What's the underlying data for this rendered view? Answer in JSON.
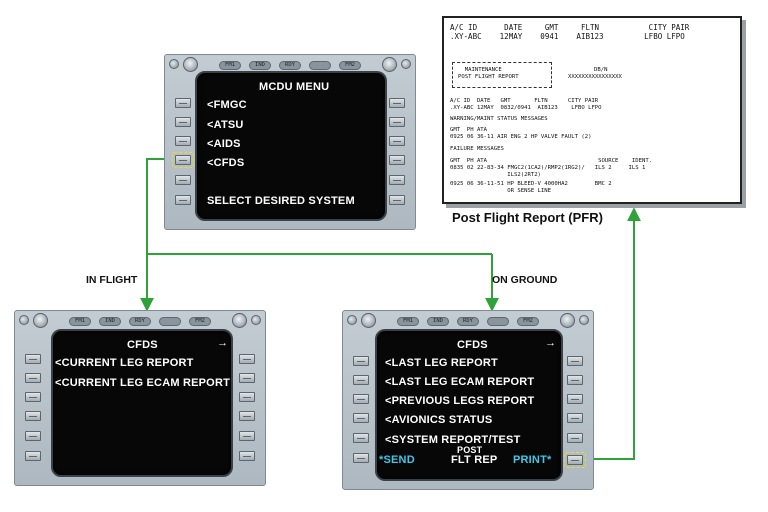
{
  "labels": {
    "in_flight": "IN FLIGHT",
    "on_ground": "ON GROUND",
    "pfr_caption": "Post Flight Report (PFR)"
  },
  "annunciators": [
    "FM1",
    "IND",
    "RDY",
    "",
    "FM2"
  ],
  "mcdu_menu": {
    "title": "MCDU MENU",
    "items": [
      "<FMGC",
      "<ATSU",
      "<AIDS",
      "<CFDS"
    ],
    "bottom": "SELECT DESIRED SYSTEM"
  },
  "cfds_flight": {
    "title": "CFDS",
    "arrow": "→",
    "items": [
      "<CURRENT LEG REPORT",
      "<CURRENT LEG ECAM REPORT"
    ]
  },
  "cfds_ground": {
    "title": "CFDS",
    "arrow": "→",
    "items": [
      "<LAST LEG REPORT",
      "<LAST LEG ECAM REPORT",
      "<PREVIOUS LEGS REPORT",
      "<AVIONICS STATUS",
      "<SYSTEM REPORT/TEST"
    ],
    "post": "POST",
    "send": "*SEND",
    "flt_rep": "FLT REP",
    "print": "PRINT*"
  },
  "pfr": {
    "header1": "A/C ID      DATE     GMT     FLTN           CITY PAIR",
    "header2": ".XY-ABC    12MAY    0941    AIB123         LFBO LFPO",
    "maint1": "  MAINTENANCE",
    "maint2": "POST FLIGHT REPORT",
    "dbn": "DB/N",
    "xs": "XXXXXXXXXXXXXXXX",
    "sub1": "A/C ID  DATE   GMT       FLTN      CITY PAIR",
    "sub2": ".XY-ABC 12MAY  0832/0941  AIB123    LFBO LFPO",
    "warn_title": "WARNING/MAINT STATUS MESSAGES",
    "warn_hdr": "GMT  PH ATA",
    "warn_line": "0925 06 36-11 AIR ENG 2 HP VALVE FAULT (2)",
    "fail_title": "FAILURE MESSAGES",
    "fail_hdr": "GMT  PH ATA                                 SOURCE    IDENT.",
    "fail1": "0835 02 22-83-34 FMGC2(1CA2)/RMP2(1RG2)/   ILS 2     ILS 1",
    "fail1b": "                 ILS2(2RT2)",
    "fail2": "0925 06 36-11-51 HP BLEED-V 4000HA2        BMC 2",
    "fail2b": "                 OR SENSE LINE"
  },
  "colors": {
    "connector": "#2fa23a",
    "highlight": "#f1da1a",
    "screen_text": "#ffffff",
    "cyan": "#3ec8ea"
  }
}
